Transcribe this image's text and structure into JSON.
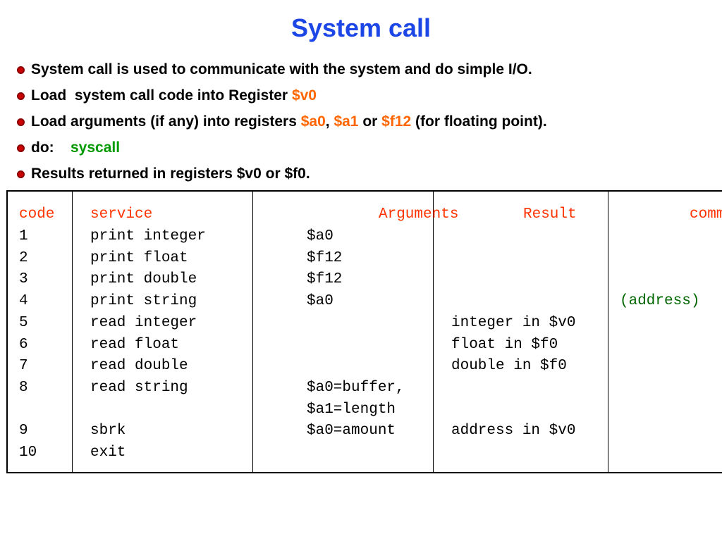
{
  "title": "System call",
  "bullets": [
    {
      "parts": [
        {
          "text": "System call is used to communicate with the system and do simple I/O.",
          "color": "black"
        }
      ]
    },
    {
      "parts": [
        {
          "text": "Load  system call code into Register ",
          "color": "black"
        },
        {
          "text": "$v0",
          "color": "orange"
        }
      ]
    },
    {
      "parts": [
        {
          "text": "Load arguments (if any) into registers ",
          "color": "black"
        },
        {
          "text": "$a0",
          "color": "orange"
        },
        {
          "text": ", ",
          "color": "black"
        },
        {
          "text": "$a1",
          "color": "orange"
        },
        {
          "text": " or ",
          "color": "black"
        },
        {
          "text": "$f12",
          "color": "orange"
        },
        {
          "text": " (for floating point).",
          "color": "black"
        }
      ]
    },
    {
      "parts": [
        {
          "text": "do:    ",
          "color": "black"
        },
        {
          "text": "syscall",
          "color": "green"
        }
      ]
    },
    {
      "parts": [
        {
          "text": "Results returned in registers $v0 or $f0.",
          "color": "black"
        }
      ]
    }
  ],
  "table": {
    "headers": {
      "code": "code",
      "service": "service",
      "arguments": "Arguments",
      "result": "Result",
      "comment": "comment"
    },
    "rows": [
      {
        "code": "1",
        "service": "print integer",
        "args": "$a0",
        "result": "",
        "note": ""
      },
      {
        "code": "2",
        "service": "print float",
        "args": "$f12",
        "result": "",
        "note": ""
      },
      {
        "code": "3",
        "service": "print double",
        "args": "$f12",
        "result": "",
        "note": ""
      },
      {
        "code": "4",
        "service": "print string",
        "args": "$a0",
        "result": "",
        "note": "(address)"
      },
      {
        "code": "5",
        "service": "read integer",
        "args": "",
        "result": "integer in $v0",
        "note": ""
      },
      {
        "code": "6",
        "service": "read float",
        "args": "",
        "result": "float in $f0",
        "note": ""
      },
      {
        "code": "7",
        "service": "read double",
        "args": "",
        "result": "double in $f0",
        "note": ""
      },
      {
        "code": "8",
        "service": "read string",
        "args": "$a0=buffer,",
        "result": "",
        "note": ""
      },
      {
        "code": "",
        "service": "",
        "args": "$a1=length",
        "result": "",
        "note": ""
      },
      {
        "code": "9",
        "service": "sbrk",
        "args": "$a0=amount",
        "result": "address in $v0",
        "note": ""
      },
      {
        "code": "10",
        "service": "exit",
        "args": "",
        "result": "",
        "note": ""
      }
    ]
  },
  "colors": {
    "title": "#1c47e6",
    "orange": "#ff6600",
    "green": "#009900",
    "header": "#ff3300",
    "note": "#006600",
    "bullet": "#cc0000"
  }
}
